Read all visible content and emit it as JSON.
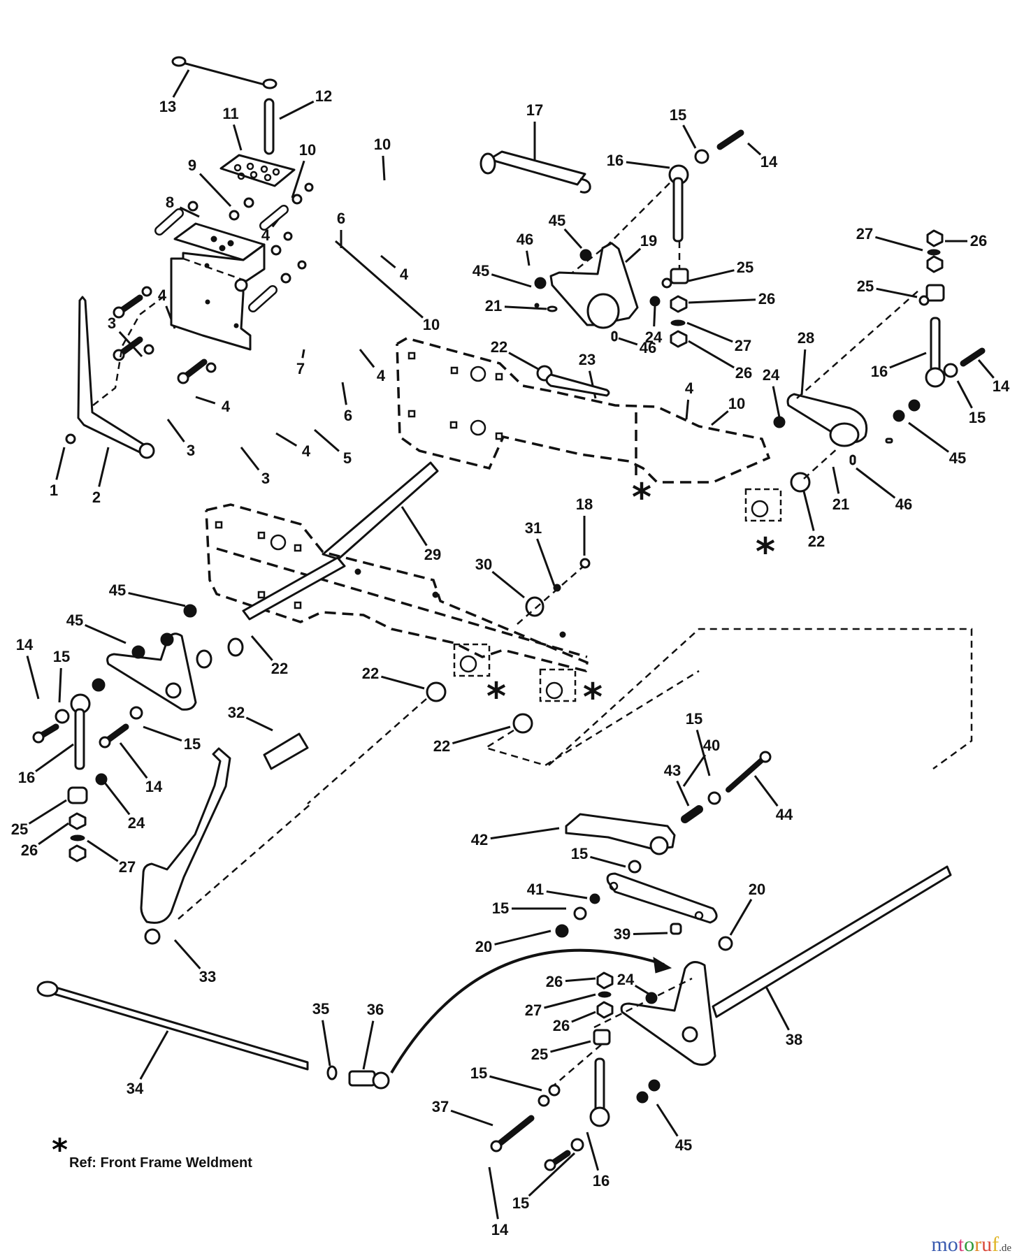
{
  "diagram": {
    "title": "Lift Linkage Parts Diagram",
    "callouts": [
      {
        "id": "c1",
        "label": "1"
      },
      {
        "id": "c2",
        "label": "2"
      },
      {
        "id": "c3a",
        "label": "3"
      },
      {
        "id": "c3b",
        "label": "3"
      },
      {
        "id": "c3c",
        "label": "3"
      },
      {
        "id": "c4a",
        "label": "4"
      },
      {
        "id": "c4b",
        "label": "4"
      },
      {
        "id": "c4c",
        "label": "4"
      },
      {
        "id": "c4d",
        "label": "4"
      },
      {
        "id": "c4e",
        "label": "4"
      },
      {
        "id": "c4f",
        "label": "4"
      },
      {
        "id": "c4g",
        "label": "4"
      },
      {
        "id": "c5",
        "label": "5"
      },
      {
        "id": "c6a",
        "label": "6"
      },
      {
        "id": "c6b",
        "label": "6"
      },
      {
        "id": "c7",
        "label": "7"
      },
      {
        "id": "c8",
        "label": "8"
      },
      {
        "id": "c9",
        "label": "9"
      },
      {
        "id": "c10a",
        "label": "10"
      },
      {
        "id": "c10b",
        "label": "10"
      },
      {
        "id": "c10c",
        "label": "10"
      },
      {
        "id": "c10d",
        "label": "10"
      },
      {
        "id": "c11",
        "label": "11"
      },
      {
        "id": "c12",
        "label": "12"
      },
      {
        "id": "c13",
        "label": "13"
      },
      {
        "id": "c14a",
        "label": "14"
      },
      {
        "id": "c14b",
        "label": "14"
      },
      {
        "id": "c14c",
        "label": "14"
      },
      {
        "id": "c14d",
        "label": "14"
      },
      {
        "id": "c14e",
        "label": "14"
      },
      {
        "id": "c15a",
        "label": "15"
      },
      {
        "id": "c15b",
        "label": "15"
      },
      {
        "id": "c15c",
        "label": "15"
      },
      {
        "id": "c15d",
        "label": "15"
      },
      {
        "id": "c15e",
        "label": "15"
      },
      {
        "id": "c15f",
        "label": "15"
      },
      {
        "id": "c15g",
        "label": "15"
      },
      {
        "id": "c15h",
        "label": "15"
      },
      {
        "id": "c15i",
        "label": "15"
      },
      {
        "id": "c16a",
        "label": "16"
      },
      {
        "id": "c16b",
        "label": "16"
      },
      {
        "id": "c16c",
        "label": "16"
      },
      {
        "id": "c16d",
        "label": "16"
      },
      {
        "id": "c17",
        "label": "17"
      },
      {
        "id": "c18",
        "label": "18"
      },
      {
        "id": "c19",
        "label": "19"
      },
      {
        "id": "c20a",
        "label": "20"
      },
      {
        "id": "c20b",
        "label": "20"
      },
      {
        "id": "c21a",
        "label": "21"
      },
      {
        "id": "c21b",
        "label": "21"
      },
      {
        "id": "c22a",
        "label": "22"
      },
      {
        "id": "c22b",
        "label": "22"
      },
      {
        "id": "c22c",
        "label": "22"
      },
      {
        "id": "c22d",
        "label": "22"
      },
      {
        "id": "c22e",
        "label": "22"
      },
      {
        "id": "c23",
        "label": "23"
      },
      {
        "id": "c24a",
        "label": "24"
      },
      {
        "id": "c24b",
        "label": "24"
      },
      {
        "id": "c24c",
        "label": "24"
      },
      {
        "id": "c24d",
        "label": "24"
      },
      {
        "id": "c25a",
        "label": "25"
      },
      {
        "id": "c25b",
        "label": "25"
      },
      {
        "id": "c25c",
        "label": "25"
      },
      {
        "id": "c25d",
        "label": "25"
      },
      {
        "id": "c26a",
        "label": "26"
      },
      {
        "id": "c26b",
        "label": "26"
      },
      {
        "id": "c26c",
        "label": "26"
      },
      {
        "id": "c26d",
        "label": "26"
      },
      {
        "id": "c26e",
        "label": "26"
      },
      {
        "id": "c26f",
        "label": "26"
      },
      {
        "id": "c27a",
        "label": "27"
      },
      {
        "id": "c27b",
        "label": "27"
      },
      {
        "id": "c27c",
        "label": "27"
      },
      {
        "id": "c27d",
        "label": "27"
      },
      {
        "id": "c28",
        "label": "28"
      },
      {
        "id": "c29",
        "label": "29"
      },
      {
        "id": "c30",
        "label": "30"
      },
      {
        "id": "c31",
        "label": "31"
      },
      {
        "id": "c32",
        "label": "32"
      },
      {
        "id": "c33",
        "label": "33"
      },
      {
        "id": "c34",
        "label": "34"
      },
      {
        "id": "c35",
        "label": "35"
      },
      {
        "id": "c36",
        "label": "36"
      },
      {
        "id": "c37",
        "label": "37"
      },
      {
        "id": "c38",
        "label": "38"
      },
      {
        "id": "c39",
        "label": "39"
      },
      {
        "id": "c40",
        "label": "40"
      },
      {
        "id": "c41",
        "label": "41"
      },
      {
        "id": "c42",
        "label": "42"
      },
      {
        "id": "c43",
        "label": "43"
      },
      {
        "id": "c44",
        "label": "44"
      },
      {
        "id": "c45a",
        "label": "45"
      },
      {
        "id": "c45b",
        "label": "45"
      },
      {
        "id": "c45c",
        "label": "45"
      },
      {
        "id": "c45d",
        "label": "45"
      },
      {
        "id": "c45e",
        "label": "45"
      },
      {
        "id": "c45f",
        "label": "45"
      },
      {
        "id": "c46a",
        "label": "46"
      },
      {
        "id": "c46b",
        "label": "46"
      },
      {
        "id": "c46c",
        "label": "46"
      }
    ],
    "reference_marker": "*",
    "note": {
      "symbol": "*",
      "text": "Ref: Front Frame Weldment"
    },
    "watermark": {
      "brand": "motoruf",
      "tld": ".de",
      "colors": [
        "#3a5bb0",
        "#3a5bb0",
        "#d9417a",
        "#2f9a3a",
        "#e0892a",
        "#d94a3a",
        "#e0b62a"
      ]
    }
  }
}
